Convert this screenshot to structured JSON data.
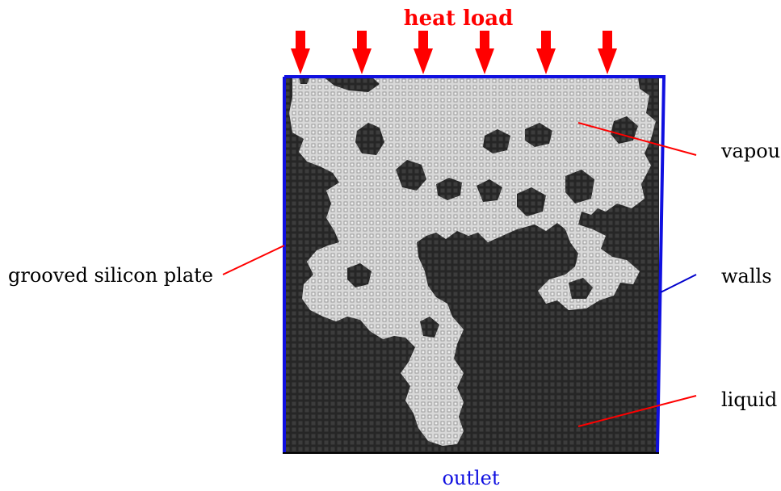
{
  "diagram": {
    "title": "heat load",
    "labels": {
      "plate": "grooved silicon plate",
      "walls": "walls",
      "vapour": "vapour",
      "liquid": "liquid",
      "outlet": "outlet"
    },
    "colors": {
      "title": "#ff0000",
      "arrows": "#ff0000",
      "leader_red": "#ff0000",
      "leader_blue": "#0000cc",
      "wall_border": "#1010e0",
      "outlet": "#1010e0",
      "liquid_region": "#2b2b2b",
      "vapour_region": "#d9d9d9"
    },
    "arrow_count": 6
  }
}
